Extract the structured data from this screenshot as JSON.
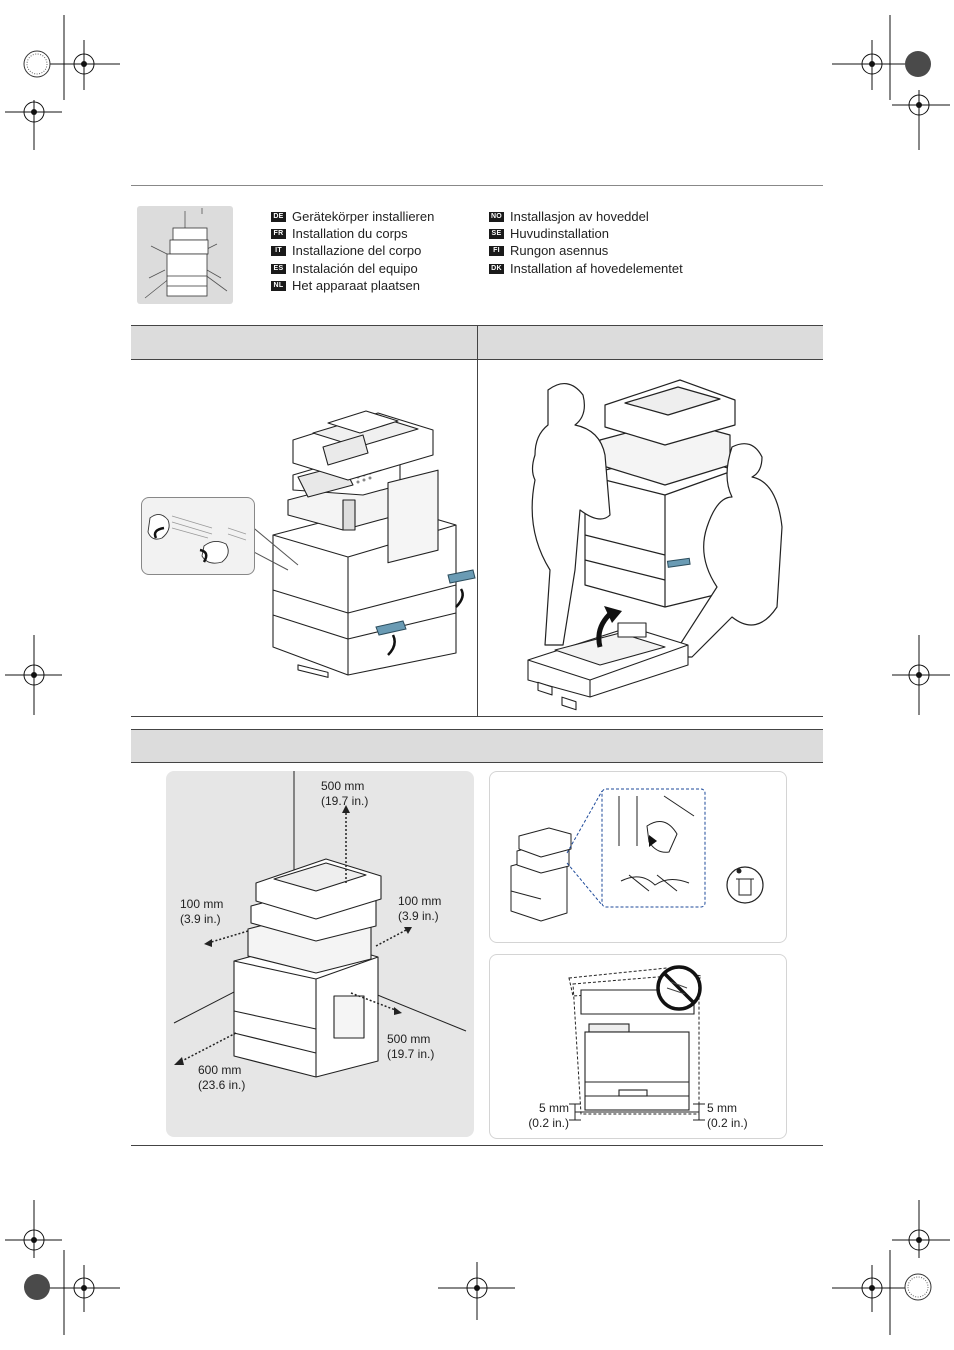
{
  "languages_left": [
    {
      "code": "DE",
      "label": "Gerätekörper installieren"
    },
    {
      "code": "FR",
      "label": "Installation du corps"
    },
    {
      "code": "IT",
      "label": "Installazione del corpo"
    },
    {
      "code": "ES",
      "label": "Instalación del equipo"
    },
    {
      "code": "NL",
      "label": "Het apparaat plaatsen"
    }
  ],
  "languages_right": [
    {
      "code": "NO",
      "label": "Installasjon av hoveddel"
    },
    {
      "code": "SE",
      "label": "Huvudinstallation"
    },
    {
      "code": "FI",
      "label": "Rungon asennus"
    },
    {
      "code": "DK",
      "label": "Installation af hovedelementet"
    }
  ],
  "clearance": {
    "top": {
      "mm": "500 mm",
      "in": "(19.7 in.)"
    },
    "left": {
      "mm": "100 mm",
      "in": "(3.9 in.)"
    },
    "right": {
      "mm": "100 mm",
      "in": "(3.9 in.)"
    },
    "back_right": {
      "mm": "500 mm",
      "in": "(19.7 in.)"
    },
    "front_left": {
      "mm": "600 mm",
      "in": "(23.6 in.)"
    }
  },
  "level": {
    "left": {
      "mm": "5 mm",
      "in": "(0.2 in.)"
    },
    "right": {
      "mm": "5 mm",
      "in": "(0.2 in.)"
    }
  },
  "icons": [
    "registration-mark-icon",
    "printer-icon",
    "recycle-bin-icon",
    "prohibited-icon"
  ],
  "colors": {
    "panel": "#e6e6e6",
    "bar": "#dcdcdc",
    "handle": "#6a9bb4"
  }
}
